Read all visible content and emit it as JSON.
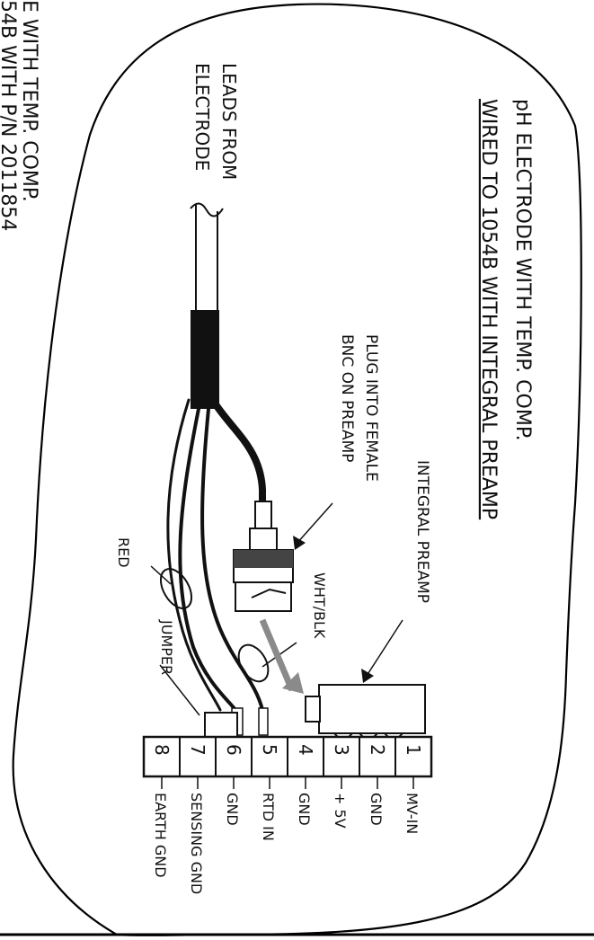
{
  "title": {
    "line1": "pH ELECTRODE WITH TEMP. COMP.",
    "line2": "WIRED TO 1054B WITH INTEGRAL PREAMP"
  },
  "cut_left_text": {
    "line1": "E WITH TEMP. COMP.",
    "line2": "54B WITH P/N 2011854"
  },
  "callouts": {
    "leads": {
      "line1": "LEADS FROM",
      "line2": "ELECTRODE"
    },
    "plug": {
      "line1": "PLUG INTO FEMALE",
      "line2": "BNC ON PREAMP"
    },
    "integral_preamp": "INTEGRAL PREAMP",
    "wht_blk": "WHT/BLK",
    "red": "RED",
    "jumper": "JUMPER"
  },
  "terminals": [
    {
      "num": "1",
      "label": "MV-IN"
    },
    {
      "num": "2",
      "label": "GND"
    },
    {
      "num": "3",
      "label": "+ 5V"
    },
    {
      "num": "4",
      "label": "GND"
    },
    {
      "num": "5",
      "label": "RTD IN"
    },
    {
      "num": "6",
      "label": "GND"
    },
    {
      "num": "7",
      "label": "SENSING GND"
    },
    {
      "num": "8",
      "label": "EARTH GND"
    }
  ],
  "colors": {
    "ink": "#111111",
    "arrow_gray": "#8a8a8a",
    "outline": "#000000"
  }
}
